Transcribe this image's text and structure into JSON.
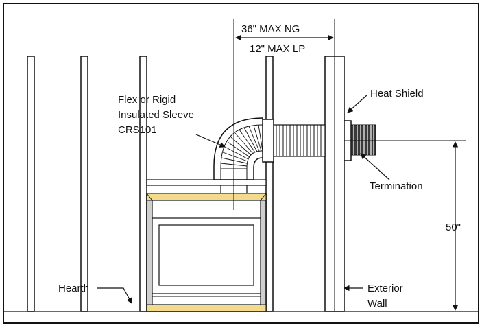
{
  "labels": {
    "max_ng": "36\" MAX NG",
    "max_lp": "12\" MAX LP",
    "sleeve_line1": "Flex or Rigid",
    "sleeve_line2": "Insulated Sleeve",
    "sleeve_line3": "CRS101",
    "heat_shield": "Heat Shield",
    "termination": "Termination",
    "height": "50\"",
    "hearth": "Hearth",
    "exterior_line1": "Exterior",
    "exterior_line2": "Wall"
  },
  "colors": {
    "line": "#111111",
    "wall_fill": "#ffffff",
    "fireplace_fill": "#cfcfcf",
    "trim_accent": "#f2dc8c",
    "termination_fill": "#3a3a3a"
  }
}
